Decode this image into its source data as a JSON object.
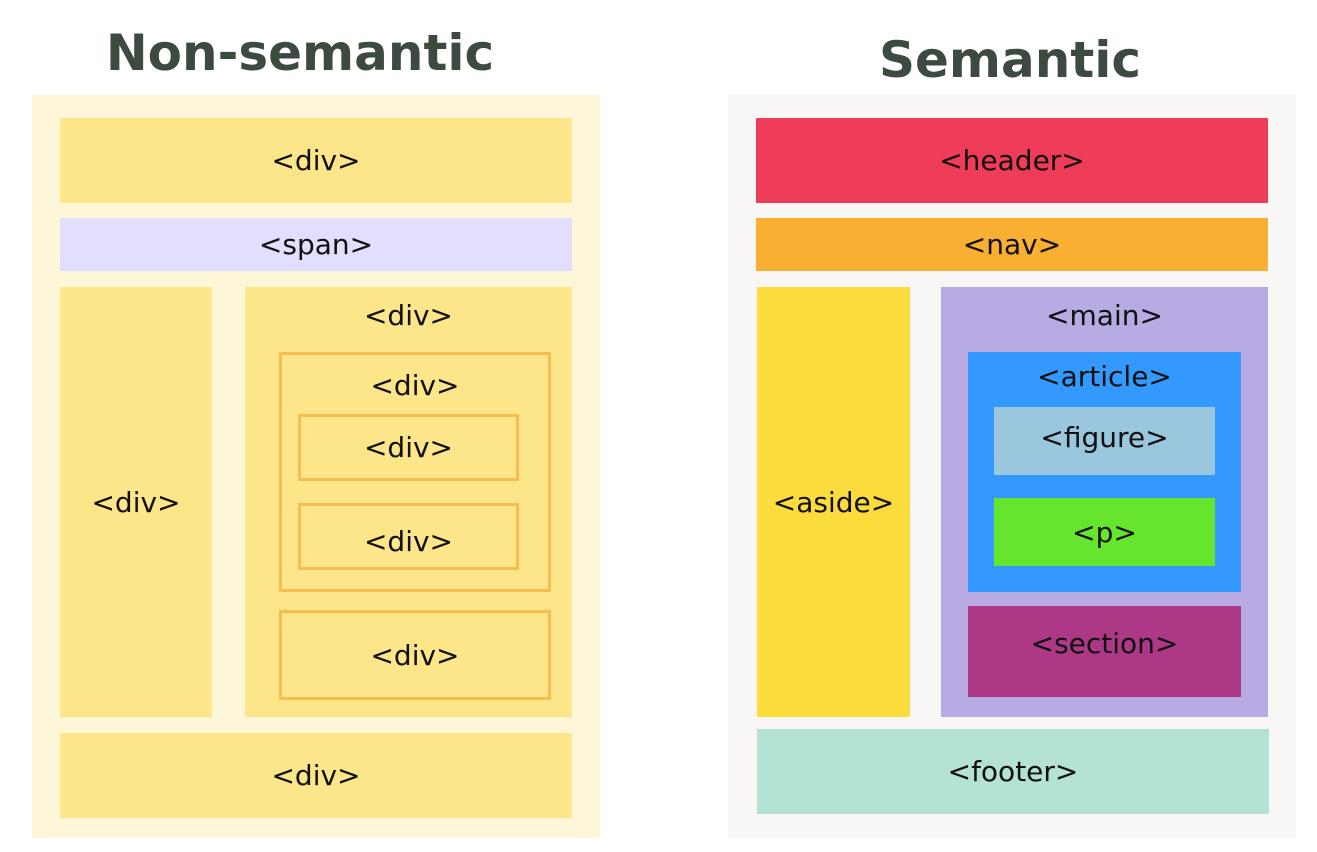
{
  "left": {
    "title": "Non-semantic",
    "colors": {
      "panel": "#fdf6d8",
      "block": "#fde68a",
      "span": "#e2defd",
      "outline": "#f7bd4f"
    },
    "labels": {
      "top_div": "<div>",
      "span": "<span>",
      "side_div": "<div>",
      "content_div": "<div>",
      "inner_div": "<div>",
      "inner_div_1": "<div>",
      "inner_div_2": "<div>",
      "lower_div": "<div>",
      "bottom_div": "<div>"
    }
  },
  "right": {
    "title": "Semantic",
    "colors": {
      "panel": "#f8f7f5",
      "header": "#ef3c58",
      "nav": "#f9af32",
      "aside": "#fcdc3c",
      "main": "#b8abe4",
      "article": "#3399fe",
      "figure": "#9ac7dd",
      "p": "#66e52e",
      "section": "#ad3886",
      "footer": "#b4e2d5"
    },
    "labels": {
      "header": "<header>",
      "nav": "<nav>",
      "aside": "<aside>",
      "main": "<main>",
      "article": "<article>",
      "figure": "<figure>",
      "p": "<p>",
      "section": "<section>",
      "footer": "<footer>"
    }
  }
}
